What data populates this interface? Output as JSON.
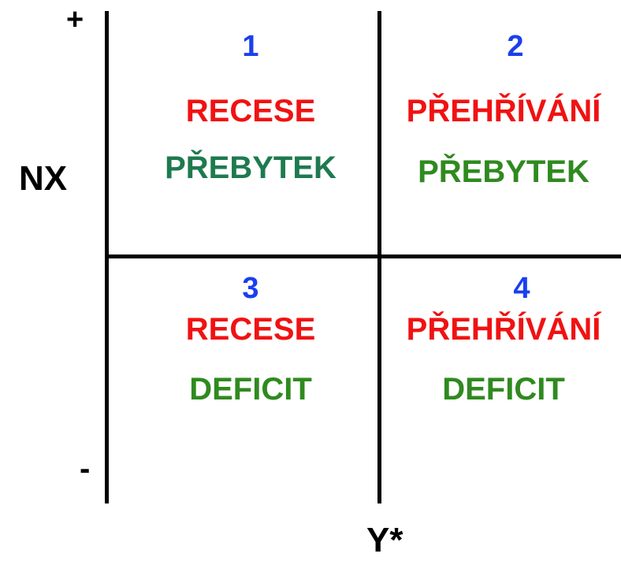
{
  "axes": {
    "y_plus": "+",
    "y_minus": "-",
    "y_label": "NX",
    "x_label": "Y*"
  },
  "quadrants": [
    {
      "number": "1",
      "state": "RECESE",
      "balance": "PŘEBYTEK"
    },
    {
      "number": "2",
      "state": "PŘEHŘÍVÁNÍ",
      "balance": "PŘEBYTEK"
    },
    {
      "number": "3",
      "state": "RECESE",
      "balance": "DEFICIT"
    },
    {
      "number": "4",
      "state": "PŘEHŘÍVÁNÍ",
      "balance": "DEFICIT"
    }
  ],
  "colors": {
    "number": "#1a3ff0",
    "state": "#f01212",
    "balance_q1": "#1e7a4f",
    "balance": "#2f8a1f",
    "lines": "#000000"
  }
}
